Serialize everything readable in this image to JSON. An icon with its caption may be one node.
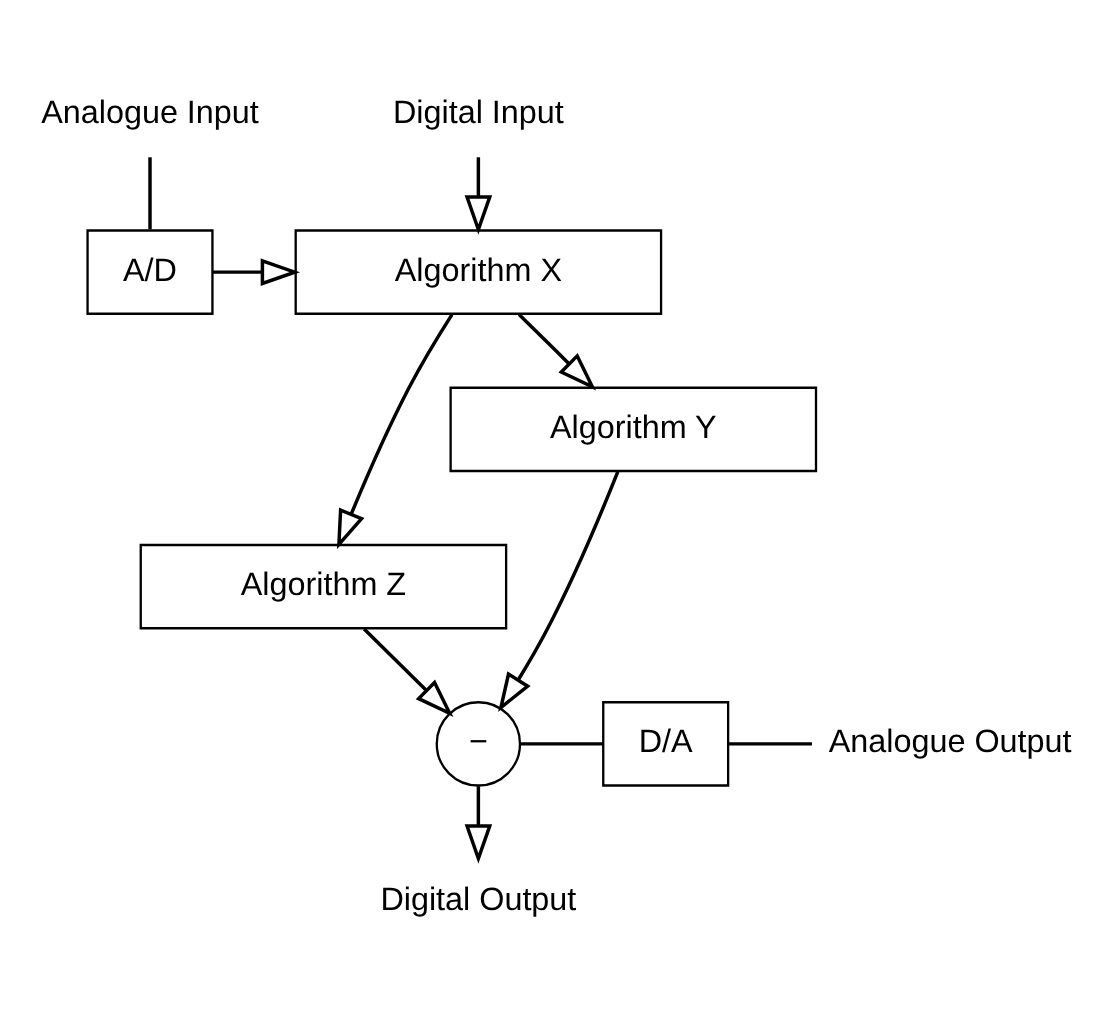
{
  "diagram": {
    "nodes": [
      {
        "text": [
          "Analogue Input"
        ]
      },
      {
        "text": [
          "A/D"
        ]
      },
      {
        "text": [
          "Digital Input"
        ]
      },
      {
        "text": [
          "Algorithm X"
        ]
      },
      {
        "text": [
          "Algorithm Y"
        ]
      },
      {
        "text": [
          "Algorithm Z"
        ]
      },
      {
        "text": [
          "−"
        ]
      },
      {
        "text": [
          "D/A"
        ]
      },
      {
        "text": [
          "Analogue Output"
        ]
      },
      {
        "text": [
          "Digital Output"
        ]
      }
    ],
    "edges": [
      {
        "from": 0,
        "to": 1,
        "arrow": "none"
      },
      {
        "from": 1,
        "to": 3,
        "arrow": "to"
      },
      {
        "from": 2,
        "to": 3,
        "arrow": "to"
      },
      {
        "from": 3,
        "to": 4,
        "arrow": "to"
      },
      {
        "from": 3,
        "to": 5,
        "arrow": "to"
      },
      {
        "from": 4,
        "to": 6,
        "arrow": "to"
      },
      {
        "from": 5,
        "to": 6,
        "arrow": "to"
      },
      {
        "from": 6,
        "to": 7,
        "arrow": "none"
      },
      {
        "from": 6,
        "to": 9,
        "arrow": "to"
      },
      {
        "from": 7,
        "to": 8,
        "arrow": "none"
      }
    ]
  }
}
